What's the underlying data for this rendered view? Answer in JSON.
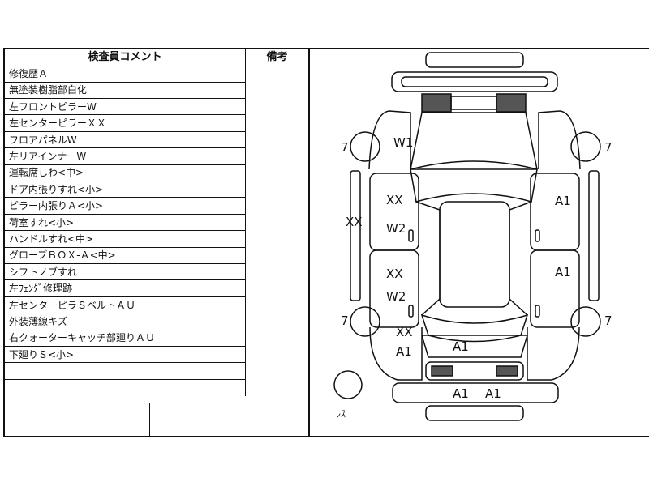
{
  "comments": {
    "header": "検査員コメント",
    "remarks_header": "備考",
    "rows": [
      "修復歴Ａ",
      "無塗装樹脂部白化",
      "左フロントピラーW",
      "左センターピラーＸＸ",
      "フロアパネルW",
      "左リアインナーW",
      "運転席しわ<中>",
      "ドア内張りすれ<小>",
      "ピラー内張りＡ<小>",
      "荷室すれ<小>",
      "ハンドルすれ<中>",
      "グローブＢＯＸ-Ａ<中>",
      "シフトノブすれ",
      "左ﾌｪﾝﾀﾞ修理跡",
      "左センターピラＳベルトＡＵ",
      "外装薄線キズ",
      "右クォーターキャッチ部廻りＡＵ",
      "下廻りＳ<小>"
    ]
  },
  "diagram": {
    "marks": {
      "tire_fl": "7",
      "tire_fr": "7",
      "tire_rl": "7",
      "tire_rr": "7",
      "front_pillar_left": "W1",
      "left_front_door": "XX",
      "left_side_sill": "XX",
      "left_front_inner": "W2",
      "left_rear_door": "XX",
      "left_rear_inner": "W2",
      "left_quarter": "XX",
      "left_rear_corner": "A1",
      "rear_gate": "A1",
      "right_front_door": "A1",
      "right_rear_door": "A1",
      "rear_bumper_left": "A1",
      "rear_bumper_right": "A1",
      "spare_label": "ﾚｽ"
    }
  }
}
